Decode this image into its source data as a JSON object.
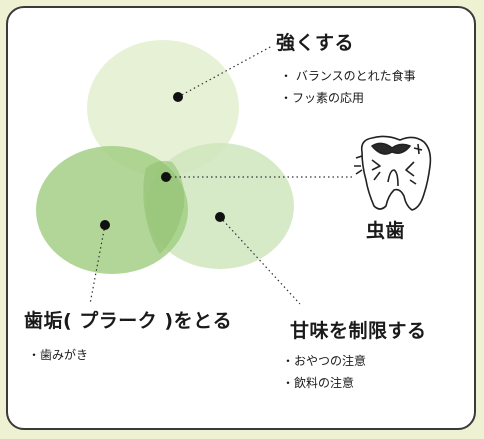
{
  "diagram": {
    "colors": {
      "top_circle": "#e7f1d6",
      "left_circle": "#a3cf86",
      "right_circle": "#cfe6bd",
      "center_overlap": "#8fc06e",
      "dot": "#111111",
      "dotted_line": "#333333"
    },
    "strengthen": {
      "title": "強くする",
      "items": [
        "・ バランスのとれた食事",
        "・フッ素の応用"
      ]
    },
    "cavity": {
      "title": "虫歯",
      "icon": "cartoon-tooth-face-icon"
    },
    "plaque": {
      "title": "歯垢( プラーク )をとる",
      "items": [
        "・歯みがき"
      ]
    },
    "sugar": {
      "title": "甘味を制限する",
      "items": [
        "・おやつの注意",
        "・飲料の注意"
      ]
    }
  }
}
